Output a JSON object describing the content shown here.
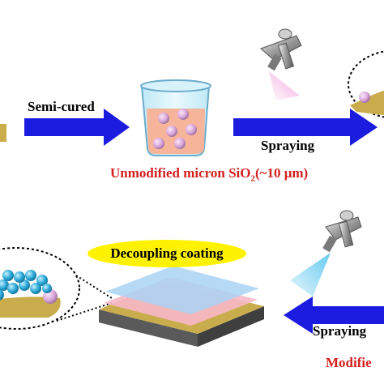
{
  "labels": {
    "semi_cured": "Semi-cured",
    "spraying_top": "Spraying",
    "unmodified_prefix": "Unmodified micron SiO",
    "unmodified_sub": "2",
    "unmodified_suffix": "(~10 μm)",
    "decoupling": "Decoupling coating",
    "spraying_bottom": "Spraying",
    "modified_partial": "Modifie"
  },
  "colors": {
    "arrow": "#1c1ce0",
    "red_text": "#d42020",
    "highlight": "#fff200",
    "pink_particle": "#d9a7d9",
    "blue_particle": "#2aa7d6",
    "substrate": "#c9ad4c",
    "beaker_liquid": "#f6b59a",
    "spray_pink": "#f29ad8",
    "spray_blue": "#5ec8ef"
  }
}
